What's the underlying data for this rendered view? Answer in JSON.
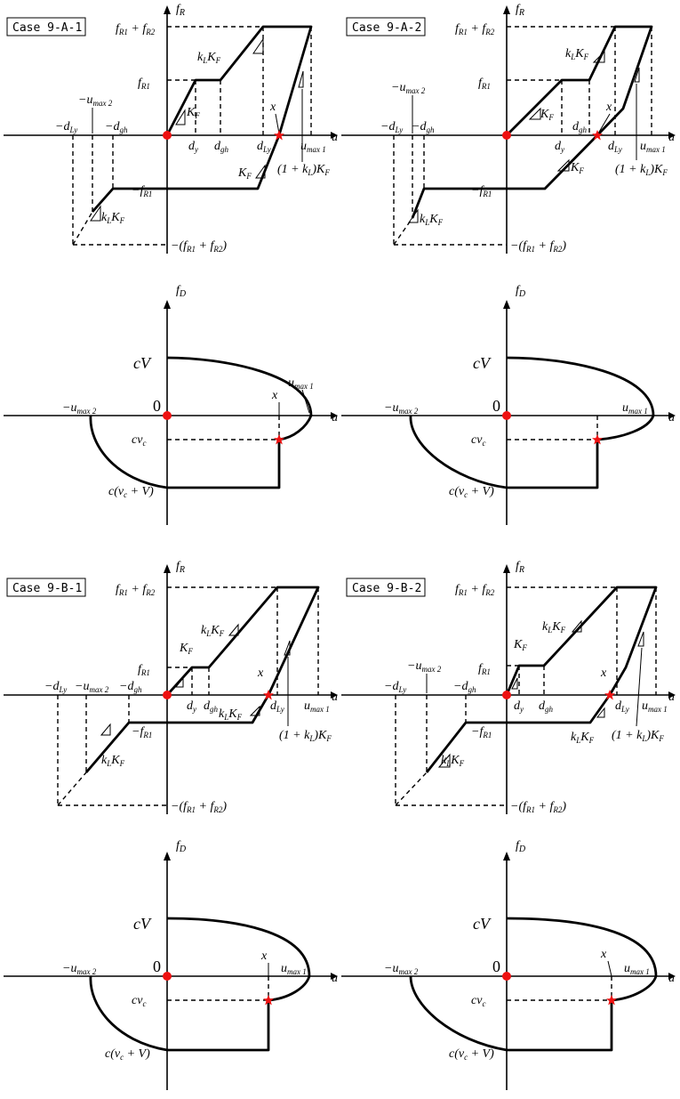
{
  "cases": {
    "a1": "Case 9-A-1",
    "a2": "Case 9-A-2",
    "b1": "Case 9-B-1",
    "b2": "Case 9-B-2"
  },
  "labels": {
    "fR": "f",
    "fR_sub": "R",
    "fD": "f",
    "fD_sub": "D",
    "u": "u",
    "fR1_plus_fR2": "f",
    "fR1": "f",
    "neg_fR1": "−f",
    "neg_sum": "−(f",
    "kLKF": "k",
    "KF": "K",
    "one_plus_kL_KF": "(1 + k",
    "x": "x",
    "dy": "d",
    "dgh": "d",
    "dLy": "d",
    "neg_dLy": "−d",
    "neg_dgh": "−d",
    "umax1": "u",
    "neg_umax2": "−u",
    "cV": "cV",
    "cvc": "cv",
    "c_vc_V": "c(v",
    "zero": "0"
  },
  "colors": {
    "marker": "#e11111",
    "ink": "#000000"
  }
}
